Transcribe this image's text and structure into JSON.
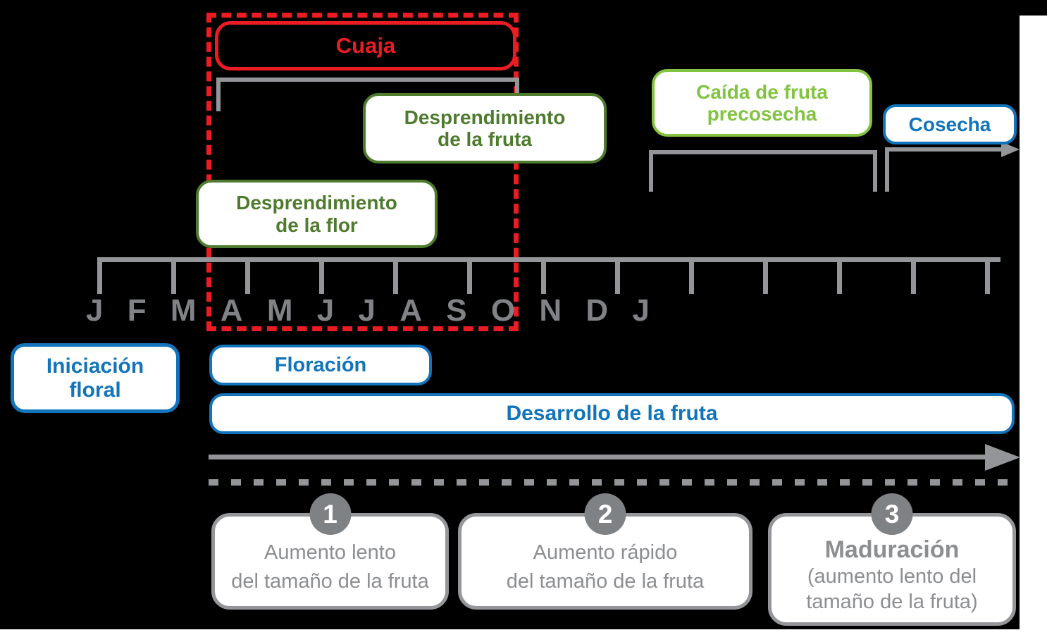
{
  "colors": {
    "background": "#000000",
    "page": "#ffffff",
    "red": "#ec1c24",
    "dark_green": "#4e7b2e",
    "light_green": "#82c341",
    "blue": "#1274bb",
    "gray_line": "#939598",
    "gray_text": "#8c8e91",
    "gray_border": "#949699",
    "circle_gray": "#7f8285",
    "month_gray": "#808285"
  },
  "boxes": {
    "cuaja": "Cuaja",
    "desprendimiento_fruta": {
      "line1": "Desprendimiento",
      "line2": "de la fruta"
    },
    "caida_precosecha": {
      "line1": "Caída de fruta",
      "line2": "precosecha"
    },
    "cosecha": "Cosecha",
    "desprendimiento_flor": {
      "line1": "Desprendimiento",
      "line2": "de la flor"
    },
    "iniciacion_floral": {
      "line1": "Iniciación",
      "line2": "floral"
    },
    "floracion": "Floración",
    "desarrollo_fruta": "Desarrollo de la fruta"
  },
  "timeline": {
    "months": [
      "J",
      "F",
      "M",
      "A",
      "M",
      "J",
      "J",
      "A",
      "S",
      "O",
      "N",
      "D",
      "J"
    ],
    "tick_count": 13
  },
  "phases": [
    {
      "number": "1",
      "title": "",
      "lines": [
        "Aumento lento",
        "del tamaño de la fruta"
      ]
    },
    {
      "number": "2",
      "title": "",
      "lines": [
        "Aumento rápido",
        "del tamaño de la fruta"
      ]
    },
    {
      "number": "3",
      "title": "Maduración",
      "lines": [
        "(aumento lento del",
        "tamaño de la fruta)"
      ]
    }
  ]
}
